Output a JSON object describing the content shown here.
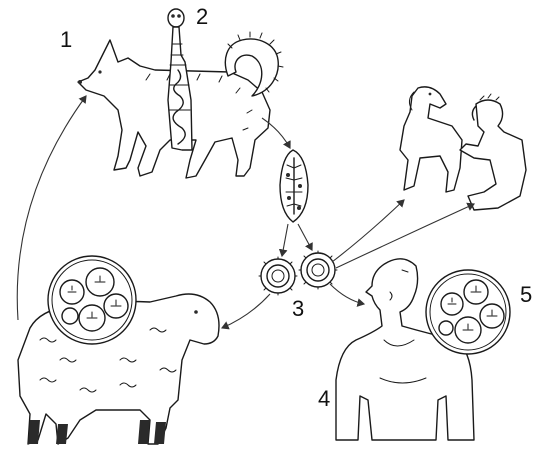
{
  "labels": {
    "n1": "1",
    "n2": "2",
    "n3": "3",
    "n4": "4",
    "n5": "5"
  },
  "colors": {
    "ink": "#1a1a1a",
    "background": "#ffffff"
  }
}
